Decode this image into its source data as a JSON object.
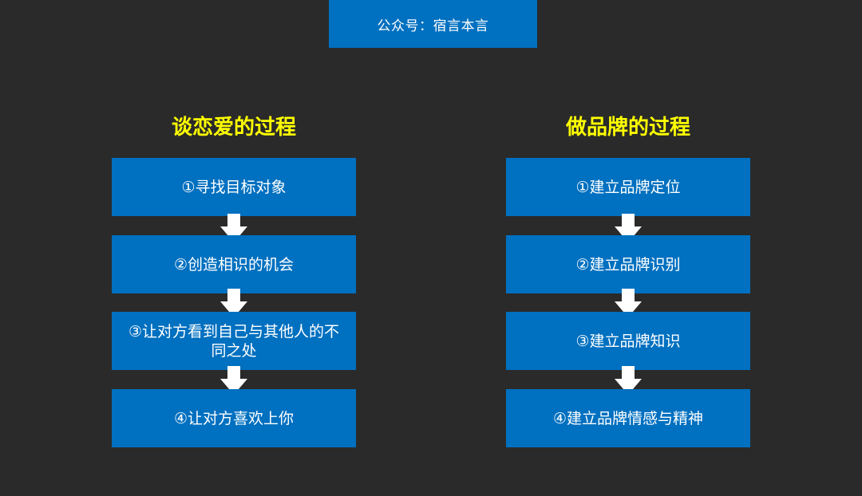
{
  "header": {
    "label": "公众号：宿言本言"
  },
  "colors": {
    "background": "#2a2a2a",
    "box": "#0070c0",
    "title": "#ffff00",
    "text": "#ffffff"
  },
  "left_column": {
    "title": "谈恋爱的过程",
    "steps": [
      "①寻找目标对象",
      "②创造相识的机会",
      "③让对方看到自己与其他人的不同之处",
      "④让对方喜欢上你"
    ]
  },
  "right_column": {
    "title": "做品牌的过程",
    "steps": [
      "①建立品牌定位",
      "②建立品牌识别",
      "③建立品牌知识",
      "④建立品牌情感与精神"
    ]
  }
}
